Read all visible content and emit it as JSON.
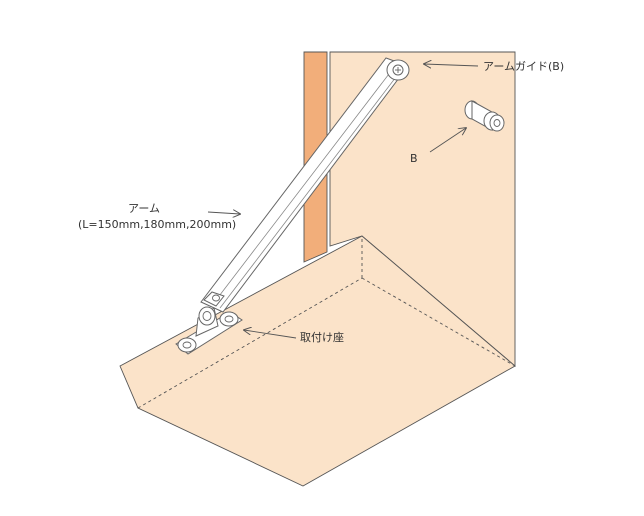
{
  "labels": {
    "arm_guide": "アームガイド(B)",
    "b": "B",
    "arm": "アーム",
    "arm_lengths": "(L=150mm,180mm,200mm)",
    "mount_base": "取付け座"
  },
  "colors": {
    "surface": "#fbe3c9",
    "frame_strip": "#f2ae7a",
    "line": "#555555",
    "hardware_fill": "#ffffff",
    "hardware_stroke": "#666666",
    "text": "#333333"
  },
  "icons": {
    "screw": "cross-screw-icon",
    "arrow": "leader-arrow-icon"
  }
}
